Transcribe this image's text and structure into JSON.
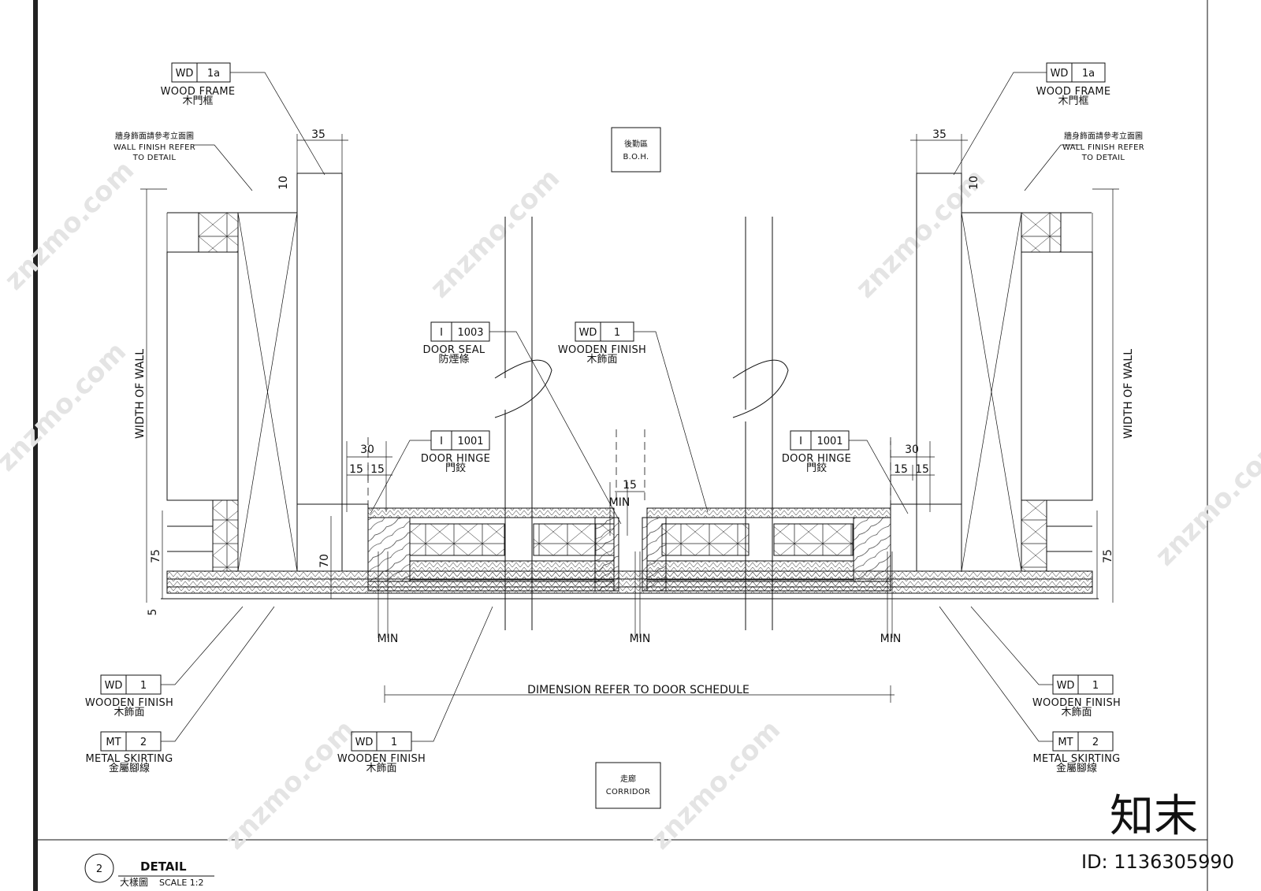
{
  "tags": {
    "wood_frame": {
      "code": "WD",
      "num": "1a",
      "en": "WOOD FRAME",
      "cn": "木門框"
    },
    "wall_finish": {
      "cn": "牆身飾面請參考立面圖",
      "en1": "WALL FINISH REFER",
      "en2": "TO DETAIL"
    },
    "door_seal": {
      "code": "I",
      "num": "1003",
      "en": "DOOR SEAL",
      "cn": "防煙條"
    },
    "wooden_finish_top": {
      "code": "WD",
      "num": "1",
      "en": "WOODEN FINISH",
      "cn": "木飾面"
    },
    "door_hinge": {
      "code": "I",
      "num": "1001",
      "en": "DOOR HINGE",
      "cn": "門鉸"
    },
    "wooden_finish": {
      "code": "WD",
      "num": "1",
      "en": "WOODEN FINISH",
      "cn": "木飾面"
    },
    "metal_skirting": {
      "code": "MT",
      "num": "2",
      "en": "METAL SKIRTING",
      "cn": "金屬腳線"
    }
  },
  "rooms": {
    "boh": {
      "cn": "後勤區",
      "en": "B.O.H."
    },
    "corridor": {
      "cn": "走廊",
      "en": "CORRIDOR"
    }
  },
  "dims": {
    "d35": "35",
    "d10": "10",
    "d30": "30",
    "d15": "15",
    "d75": "75",
    "d70": "70",
    "d5": "5",
    "min": "MIN",
    "width_of_wall": "WIDTH OF WALL",
    "door_schedule": "DIMENSION REFER TO DOOR SCHEDULE"
  },
  "title_block": {
    "number": "2",
    "title": "DETAIL",
    "cn": "大樣圖",
    "scale": "SCALE  1:2"
  },
  "watermark": {
    "brand": "znzmo.com",
    "logo": "知末",
    "id": "ID: 1136305990"
  }
}
